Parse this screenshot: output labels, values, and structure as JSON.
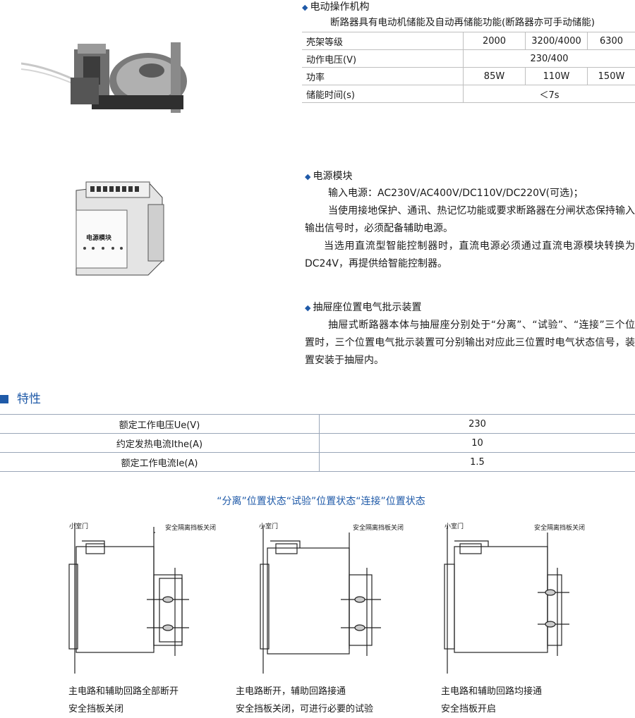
{
  "motor": {
    "title": "电动操作机构",
    "desc": "断路器具有电动机储能及自动再储能功能(断路器亦可手动储能)",
    "rows": [
      {
        "label": "壳架等级",
        "cells": [
          "2000",
          "3200/4000",
          "6300"
        ]
      },
      {
        "label": "动作电压(V)",
        "cells": [
          "230/400"
        ]
      },
      {
        "label": "功率",
        "cells": [
          "85W",
          "110W",
          "150W"
        ]
      },
      {
        "label": "储能时间(s)",
        "cells": [
          "＜7s"
        ]
      }
    ]
  },
  "power": {
    "title": "电源模块",
    "module_label": "电源模块",
    "p1": "输入电源：AC230V/AC400V/DC110V/DC220V(可选)；",
    "p2": "当使用接地保护、通讯、热记忆功能或要求断路器在分闸状态保持输入输出信号时，必须配备辅助电源。",
    "p3": "当选用直流型智能控制器时，直流电源必须通过直流电源模块转换为DC24V，再提供给智能控制器。"
  },
  "drawer": {
    "title": "抽屉座位置电气批示装置",
    "p1": "抽屉式断路器本体与抽屉座分别处于“分离”、“试验”、“连接”三个位置时，三个位置电气批示装置可分别输出对应此三位置时电气状态信号，装置安装于抽屉内。"
  },
  "characteristics": {
    "title": "特性",
    "rows": [
      {
        "label": "额定工作电压Ue(V)",
        "value": "230"
      },
      {
        "label": "约定发热电流Ithe(A)",
        "value": "10"
      },
      {
        "label": "额定工作电流Ie(A)",
        "value": "1.5"
      }
    ]
  },
  "positions": {
    "title": "“分离”位置状态“试验”位置状态“连接”位置状态",
    "door_label": "小室门",
    "shutter_label": "安全隔离挡板关闭",
    "captions": [
      [
        "主电路和辅助回路全部断开",
        "安全挡板关闭"
      ],
      [
        "主电路断开，辅助回路接通",
        "安全挡板关闭，可进行必要的试验"
      ],
      [
        "主电路和辅助回路均接通",
        "安全挡板开启"
      ]
    ]
  },
  "colors": {
    "accent": "#1f5aa8",
    "title_blue": "#1f5aa8"
  }
}
